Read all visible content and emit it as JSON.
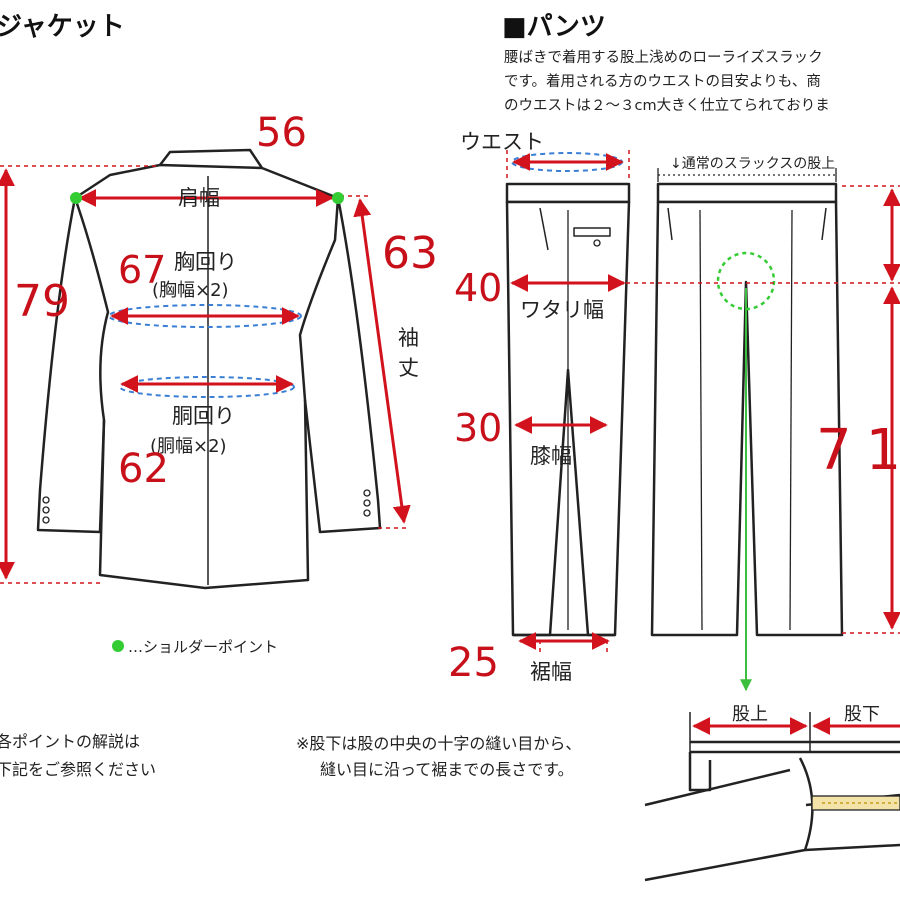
{
  "jacket": {
    "title": "ジャケット",
    "shoulder_width": "肩幅",
    "chest_label": "胸回り",
    "chest_sub": "(胸幅×2)",
    "waist_label": "胴回り",
    "waist_sub": "(胴幅×2)",
    "sleeve_1": "袖",
    "sleeve_2": "丈",
    "legend_text": "…ショルダーポイント",
    "note_1": "各ポイントの解説は",
    "note_2": "下記をご参照ください",
    "hand": {
      "shoulder": "56",
      "chest": "67",
      "length": "79",
      "sleeve": "63",
      "waist": "62"
    }
  },
  "pants": {
    "title": "■パンツ",
    "desc_1": "腰ばきで着用する股上浅めのローライズスラック",
    "desc_2": "です。着用される方のウエストの目安よりも、商",
    "desc_3": "のウエストは２～３cm大きく仕立てられておりま",
    "waist": "ウエスト",
    "normal_rise": "↓通常のスラックスの股上",
    "thigh": "ワタリ幅",
    "knee": "膝幅",
    "hem": "裾幅",
    "rise": "股上",
    "inseam": "股下",
    "note_1": "※股下は股の中央の十字の縫い目から、",
    "note_2": "縫い目に沿って裾までの長さです。",
    "hand": {
      "thigh": "40",
      "knee": "30",
      "hem": "25",
      "inseam": "71"
    }
  }
}
